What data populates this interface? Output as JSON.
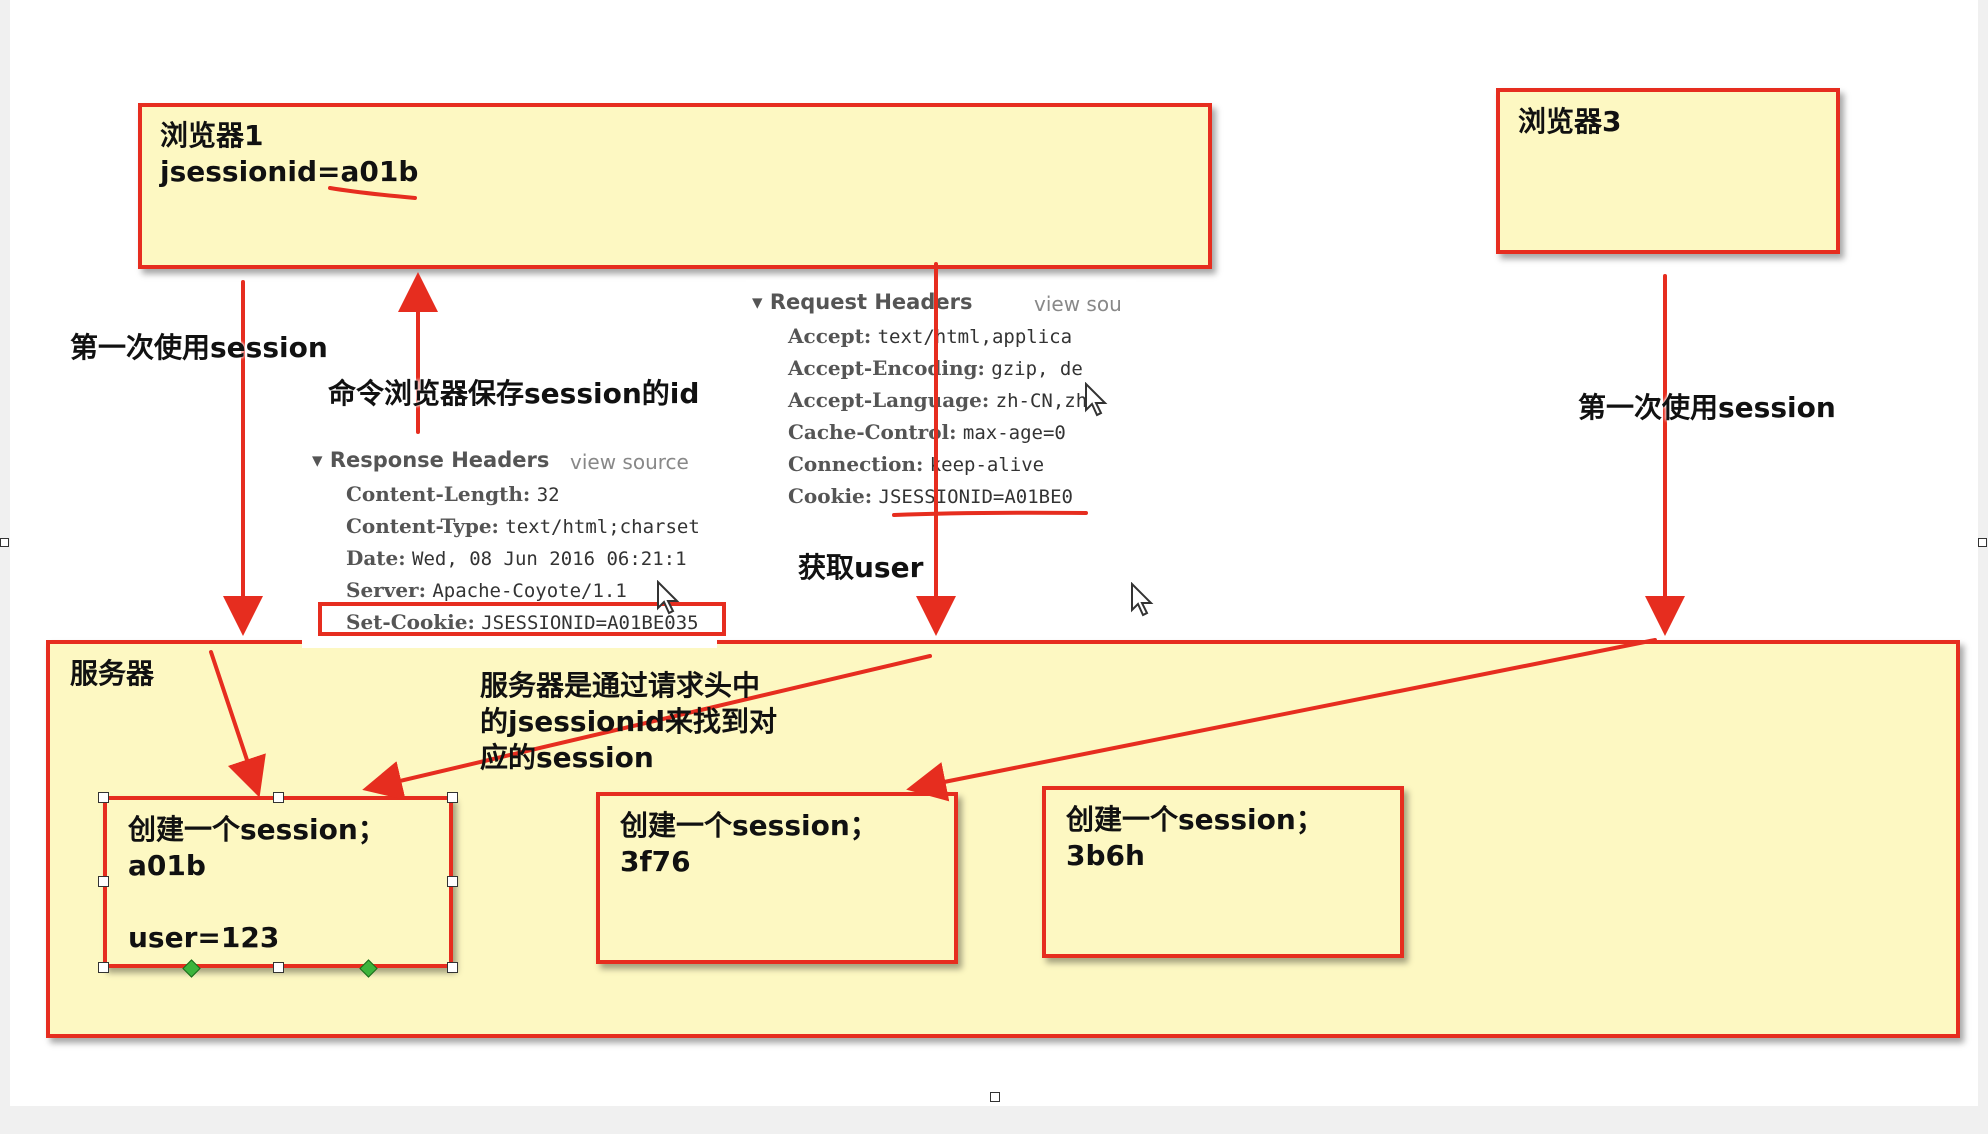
{
  "browser1": {
    "title": "浏览器1",
    "jsessionid": "jsessionid=a01b"
  },
  "browser3": {
    "title": "浏览器3"
  },
  "server": {
    "title": "服务器"
  },
  "labels": {
    "first_use_left": "第一次使用session",
    "save_id": "命令浏览器保存session的id",
    "get_user": "获取user",
    "first_use_right": "第一次使用session",
    "lookup_note": "服务器是通过请求头中\n的jsessionid来找到对\n应的session"
  },
  "response_headers": {
    "title": "Response Headers",
    "view_source": "view source",
    "rows": [
      {
        "name": "Content-Length:",
        "value": "32"
      },
      {
        "name": "Content-Type:",
        "value": "text/html;charset"
      },
      {
        "name": "Date:",
        "value": "Wed, 08 Jun 2016 06:21:1"
      },
      {
        "name": "Server:",
        "value": "Apache-Coyote/1.1"
      },
      {
        "name": "Set-Cookie:",
        "value": "JSESSIONID=A01BE035"
      }
    ]
  },
  "request_headers": {
    "title": "Request Headers",
    "view_source": "view sou",
    "rows": [
      {
        "name": "Accept:",
        "value": "text/html,applica"
      },
      {
        "name": "Accept-Encoding:",
        "value": "gzip, de"
      },
      {
        "name": "Accept-Language:",
        "value": "zh-CN,zh"
      },
      {
        "name": "Cache-Control:",
        "value": "max-age=0"
      },
      {
        "name": "Connection:",
        "value": "keep-alive"
      },
      {
        "name": "Cookie:",
        "value": "JSESSIONID=A01BE0"
      }
    ]
  },
  "sessions": [
    {
      "text": "创建一个session；\na01b\n\nuser=123"
    },
    {
      "text": "创建一个session；\n3f76"
    },
    {
      "text": "创建一个session；\n3b6h"
    }
  ],
  "colors": {
    "box_fill": "#fdf8c2",
    "accent_red": "#e62d1f",
    "background": "#ffffff"
  },
  "icons": [
    "mouse-cursor-icon",
    "selection-handle-icon",
    "arrow-icon"
  ]
}
